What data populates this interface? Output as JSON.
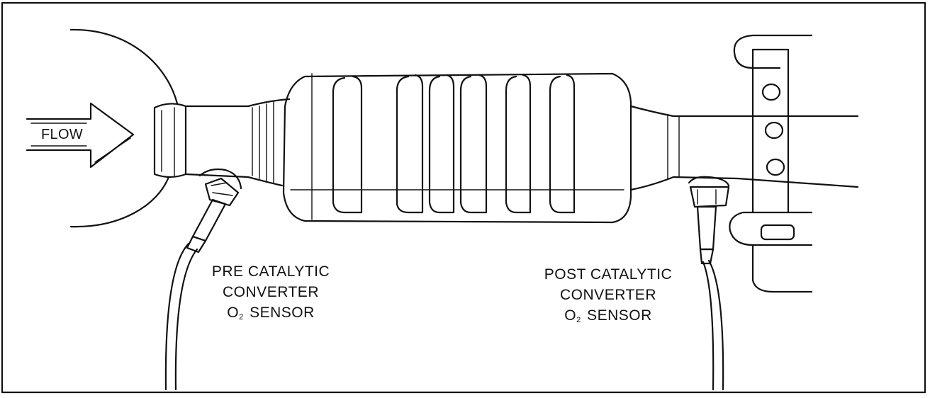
{
  "labels": {
    "flow": "FLOW",
    "pre_sensor": {
      "line1": "PRE CATALYTIC",
      "line2": "CONVERTER",
      "o2_o": "O",
      "o2_sub": "2",
      "sensor": "SENSOR"
    },
    "post_sensor": {
      "line1": "POST CATALYTIC",
      "line2": "CONVERTER",
      "o2_o": "O",
      "o2_sub": "2",
      "sensor": "SENSOR"
    }
  },
  "colors": {
    "ink": "#111111",
    "background": "#ffffff"
  }
}
